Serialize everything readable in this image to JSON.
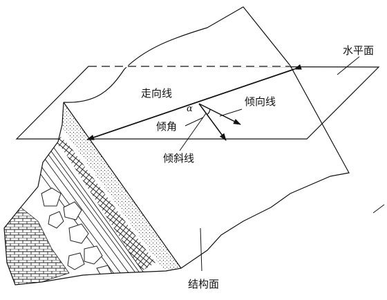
{
  "labels": {
    "horizontal_plane": "水平面",
    "strike_line": "走向线",
    "dip_direction_line": "倾向线",
    "dip_angle_symbol": "α",
    "dip_angle": "倾角",
    "dip_line": "倾斜线",
    "structural_plane": "结构面"
  },
  "colors": {
    "line": "#111111",
    "background": "#ffffff"
  }
}
